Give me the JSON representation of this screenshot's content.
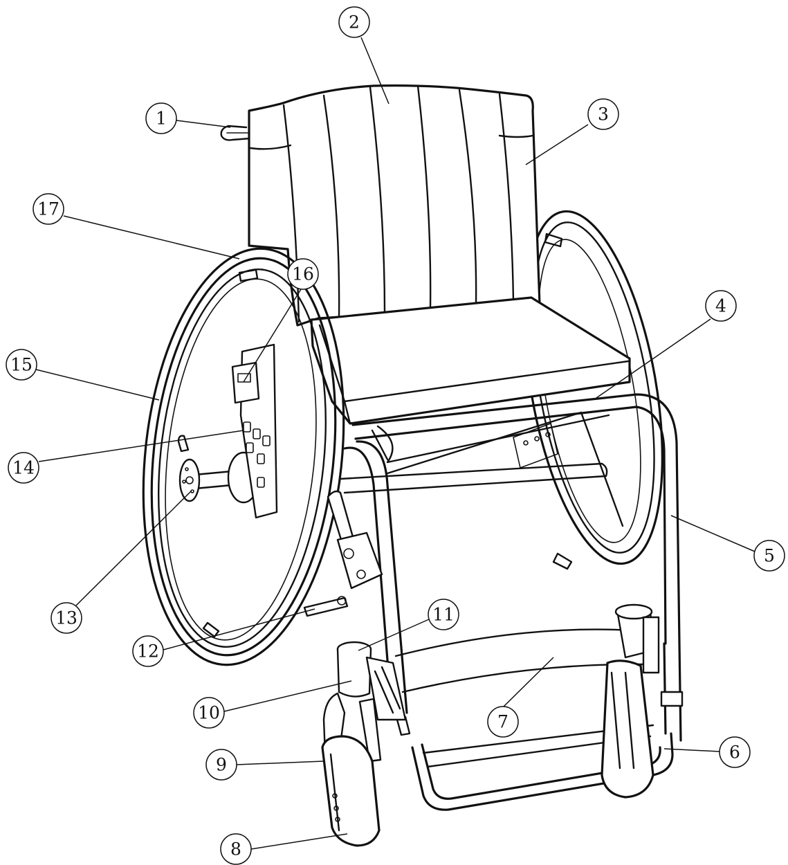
{
  "callouts": [
    {
      "label": "1"
    },
    {
      "label": "2"
    },
    {
      "label": "3"
    },
    {
      "label": "4"
    },
    {
      "label": "5"
    },
    {
      "label": "6"
    },
    {
      "label": "7"
    },
    {
      "label": "8"
    },
    {
      "label": "9"
    },
    {
      "label": "10"
    },
    {
      "label": "11"
    },
    {
      "label": "12"
    },
    {
      "label": "13"
    },
    {
      "label": "14"
    },
    {
      "label": "15"
    },
    {
      "label": "16"
    },
    {
      "label": "17"
    }
  ],
  "colors": {
    "ink": "#111111",
    "paper": "#ffffff"
  }
}
